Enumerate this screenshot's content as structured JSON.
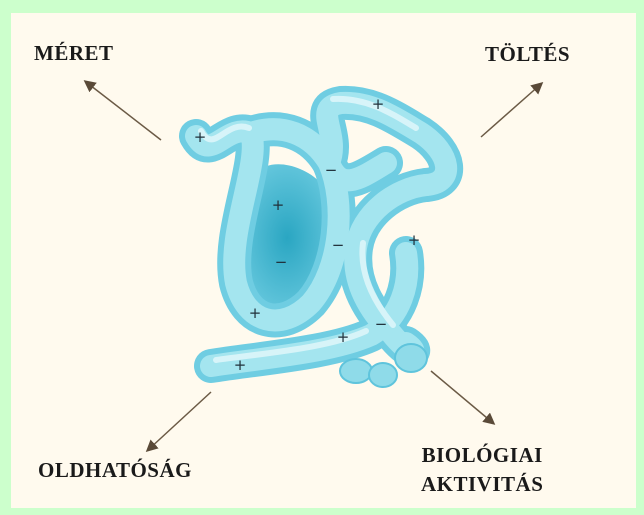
{
  "labels": {
    "top_left": "MÉRET",
    "top_right": "TÖLTÉS",
    "bottom_left": "OLDHATÓSÁG",
    "bottom_right_line1": "BIOLÓGIAI",
    "bottom_right_line2": "AKTIVITÁS"
  },
  "charges": [
    "+",
    "+",
    "−",
    "+",
    "−",
    "−",
    "+",
    "+",
    "+",
    "−",
    "+"
  ],
  "colors": {
    "background": "#ccffcc",
    "panel": "#fffaee",
    "protein_light": "#a8e6ef",
    "protein_dark": "#2fa8c4",
    "arrow": "#6b5a45"
  }
}
